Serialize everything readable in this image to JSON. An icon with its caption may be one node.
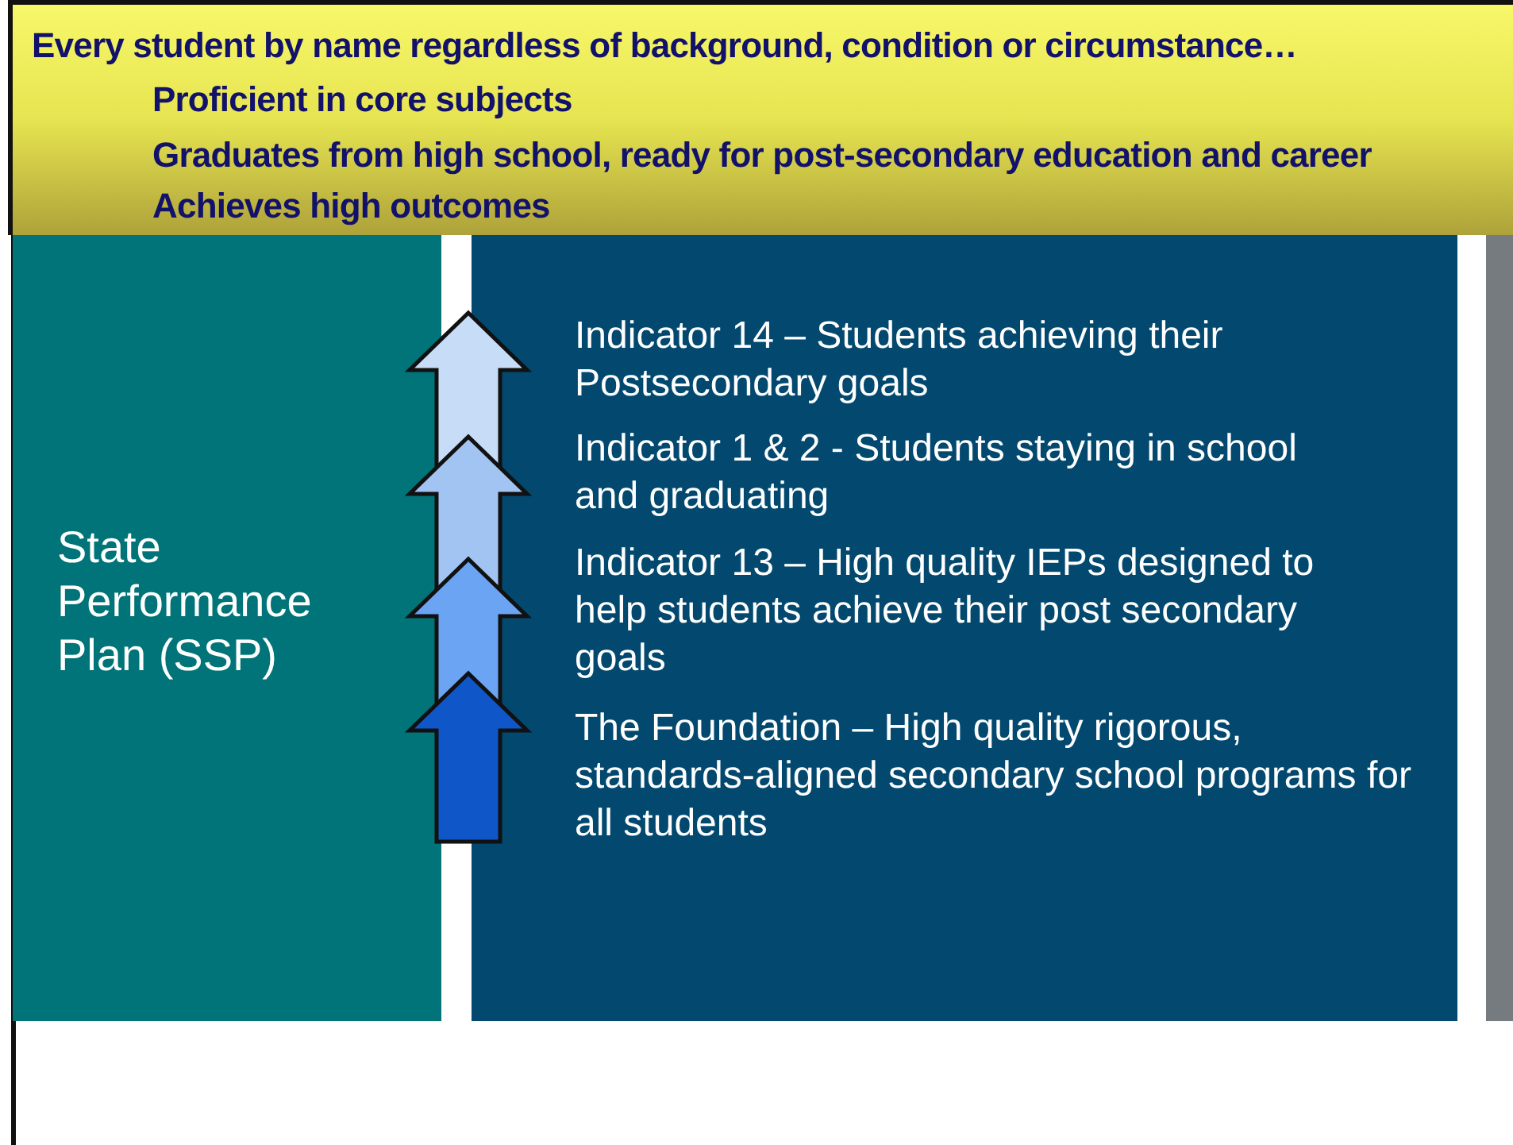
{
  "diagram": {
    "nodes": [
      {
        "text": [
          "Every student by name regardless of background, condition or circumstance…",
          "Proficient in core subjects",
          "Graduates from high school, ready for post-secondary education and career",
          "Achieves high outcomes"
        ]
      },
      {
        "text": [
          "State Performance Plan (SSP)"
        ]
      },
      {
        "text": [],
        "shape": "box"
      },
      {
        "text": [
          "Indicator 14 – Students achieving their Postsecondary goals"
        ],
        "in": 2
      },
      {
        "text": [
          "Indicator 1 & 2 - Students staying in school and graduating"
        ],
        "in": 2
      },
      {
        "text": [
          "Indicator 13 – High quality IEPs designed to help students achieve their post secondary goals"
        ],
        "in": 2
      },
      {
        "text": [
          "The Foundation – High quality rigorous, standards-aligned secondary school programs for all students"
        ],
        "in": 2
      },
      {
        "text": [],
        "shape": "arrow"
      },
      {
        "text": [],
        "shape": "arrow"
      },
      {
        "text": [],
        "shape": "arrow"
      },
      {
        "text": [],
        "shape": "arrow"
      },
      {
        "text": [],
        "shape": "box"
      }
    ],
    "edges": []
  }
}
